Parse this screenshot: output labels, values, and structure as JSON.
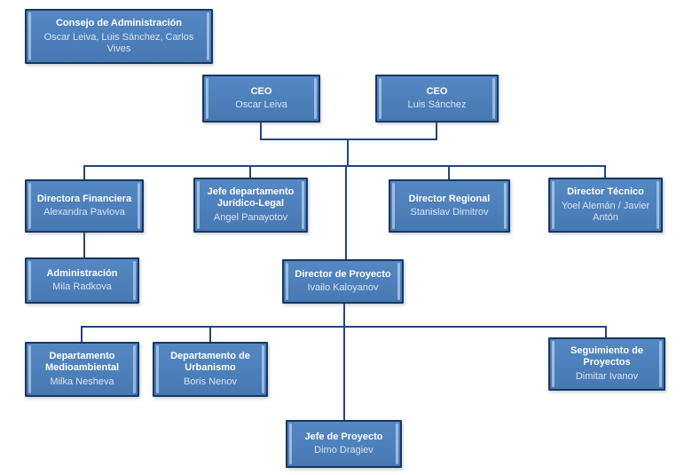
{
  "diagram": {
    "type": "org-chart",
    "background": "#FFFFFF",
    "colors": {
      "node_fill": "#4E81BD",
      "node_border": "#17375E",
      "node_bevel_highlight": "#DEECFA",
      "connector": "#1F4779",
      "title_text": "#FFFFFF",
      "body_text": "#D9E4F2"
    },
    "nodes": [
      {
        "id": "consejo",
        "title": "Consejo de Administración",
        "body": "Oscar Leiva, Luis Sánchez, Carlos Vives"
      },
      {
        "id": "ceo-1",
        "title": "CEO",
        "body": "Oscar Leiva"
      },
      {
        "id": "ceo-2",
        "title": "CEO",
        "body": "Luis Sánchez"
      },
      {
        "id": "directora-financiera",
        "title": "Directora Financiera",
        "body": "Alexandra Pavlova"
      },
      {
        "id": "jefe-juridico-legal",
        "title": "Jefe departamento Jurídico-Legal",
        "body": "Angel Panayotov"
      },
      {
        "id": "director-regional",
        "title": "Director Regional",
        "body": "Stanislav Dimitrov"
      },
      {
        "id": "director-tecnico",
        "title": "Director Técnico",
        "body": "Yoel Alemán / Javier Antón"
      },
      {
        "id": "administracion",
        "title": "Administración",
        "body": "Mila Radkova"
      },
      {
        "id": "director-de-proyecto",
        "title": "Director de Proyecto",
        "body": "Ivailo Kaloyanov"
      },
      {
        "id": "departamento-medioambiental",
        "title": "Departamento Medioambiental",
        "body": "Milka Nesheva"
      },
      {
        "id": "departamento-urbanismo",
        "title": "Departamento de Urbanismo",
        "body": "Boris Nenov"
      },
      {
        "id": "seguimiento-proyectos",
        "title": "Seguimiento de Proyectos",
        "body": "Dimitar Ivanov"
      },
      {
        "id": "jefe-de-proyecto",
        "title": "Jefe de Proyecto",
        "body": "Dimo Dragiev"
      }
    ],
    "edges": [
      {
        "from": "ceo-1",
        "to": "shared-bus-1"
      },
      {
        "from": "ceo-2",
        "to": "shared-bus-1"
      },
      {
        "from": "shared-bus-1",
        "to": "directora-financiera"
      },
      {
        "from": "shared-bus-1",
        "to": "jefe-juridico-legal"
      },
      {
        "from": "shared-bus-1",
        "to": "director-regional"
      },
      {
        "from": "shared-bus-1",
        "to": "director-tecnico"
      },
      {
        "from": "shared-bus-1",
        "to": "director-de-proyecto"
      },
      {
        "from": "directora-financiera",
        "to": "administracion"
      },
      {
        "from": "director-de-proyecto",
        "to": "departamento-medioambiental"
      },
      {
        "from": "director-de-proyecto",
        "to": "departamento-urbanismo"
      },
      {
        "from": "director-de-proyecto",
        "to": "seguimiento-proyectos"
      },
      {
        "from": "director-de-proyecto",
        "to": "jefe-de-proyecto"
      }
    ]
  }
}
